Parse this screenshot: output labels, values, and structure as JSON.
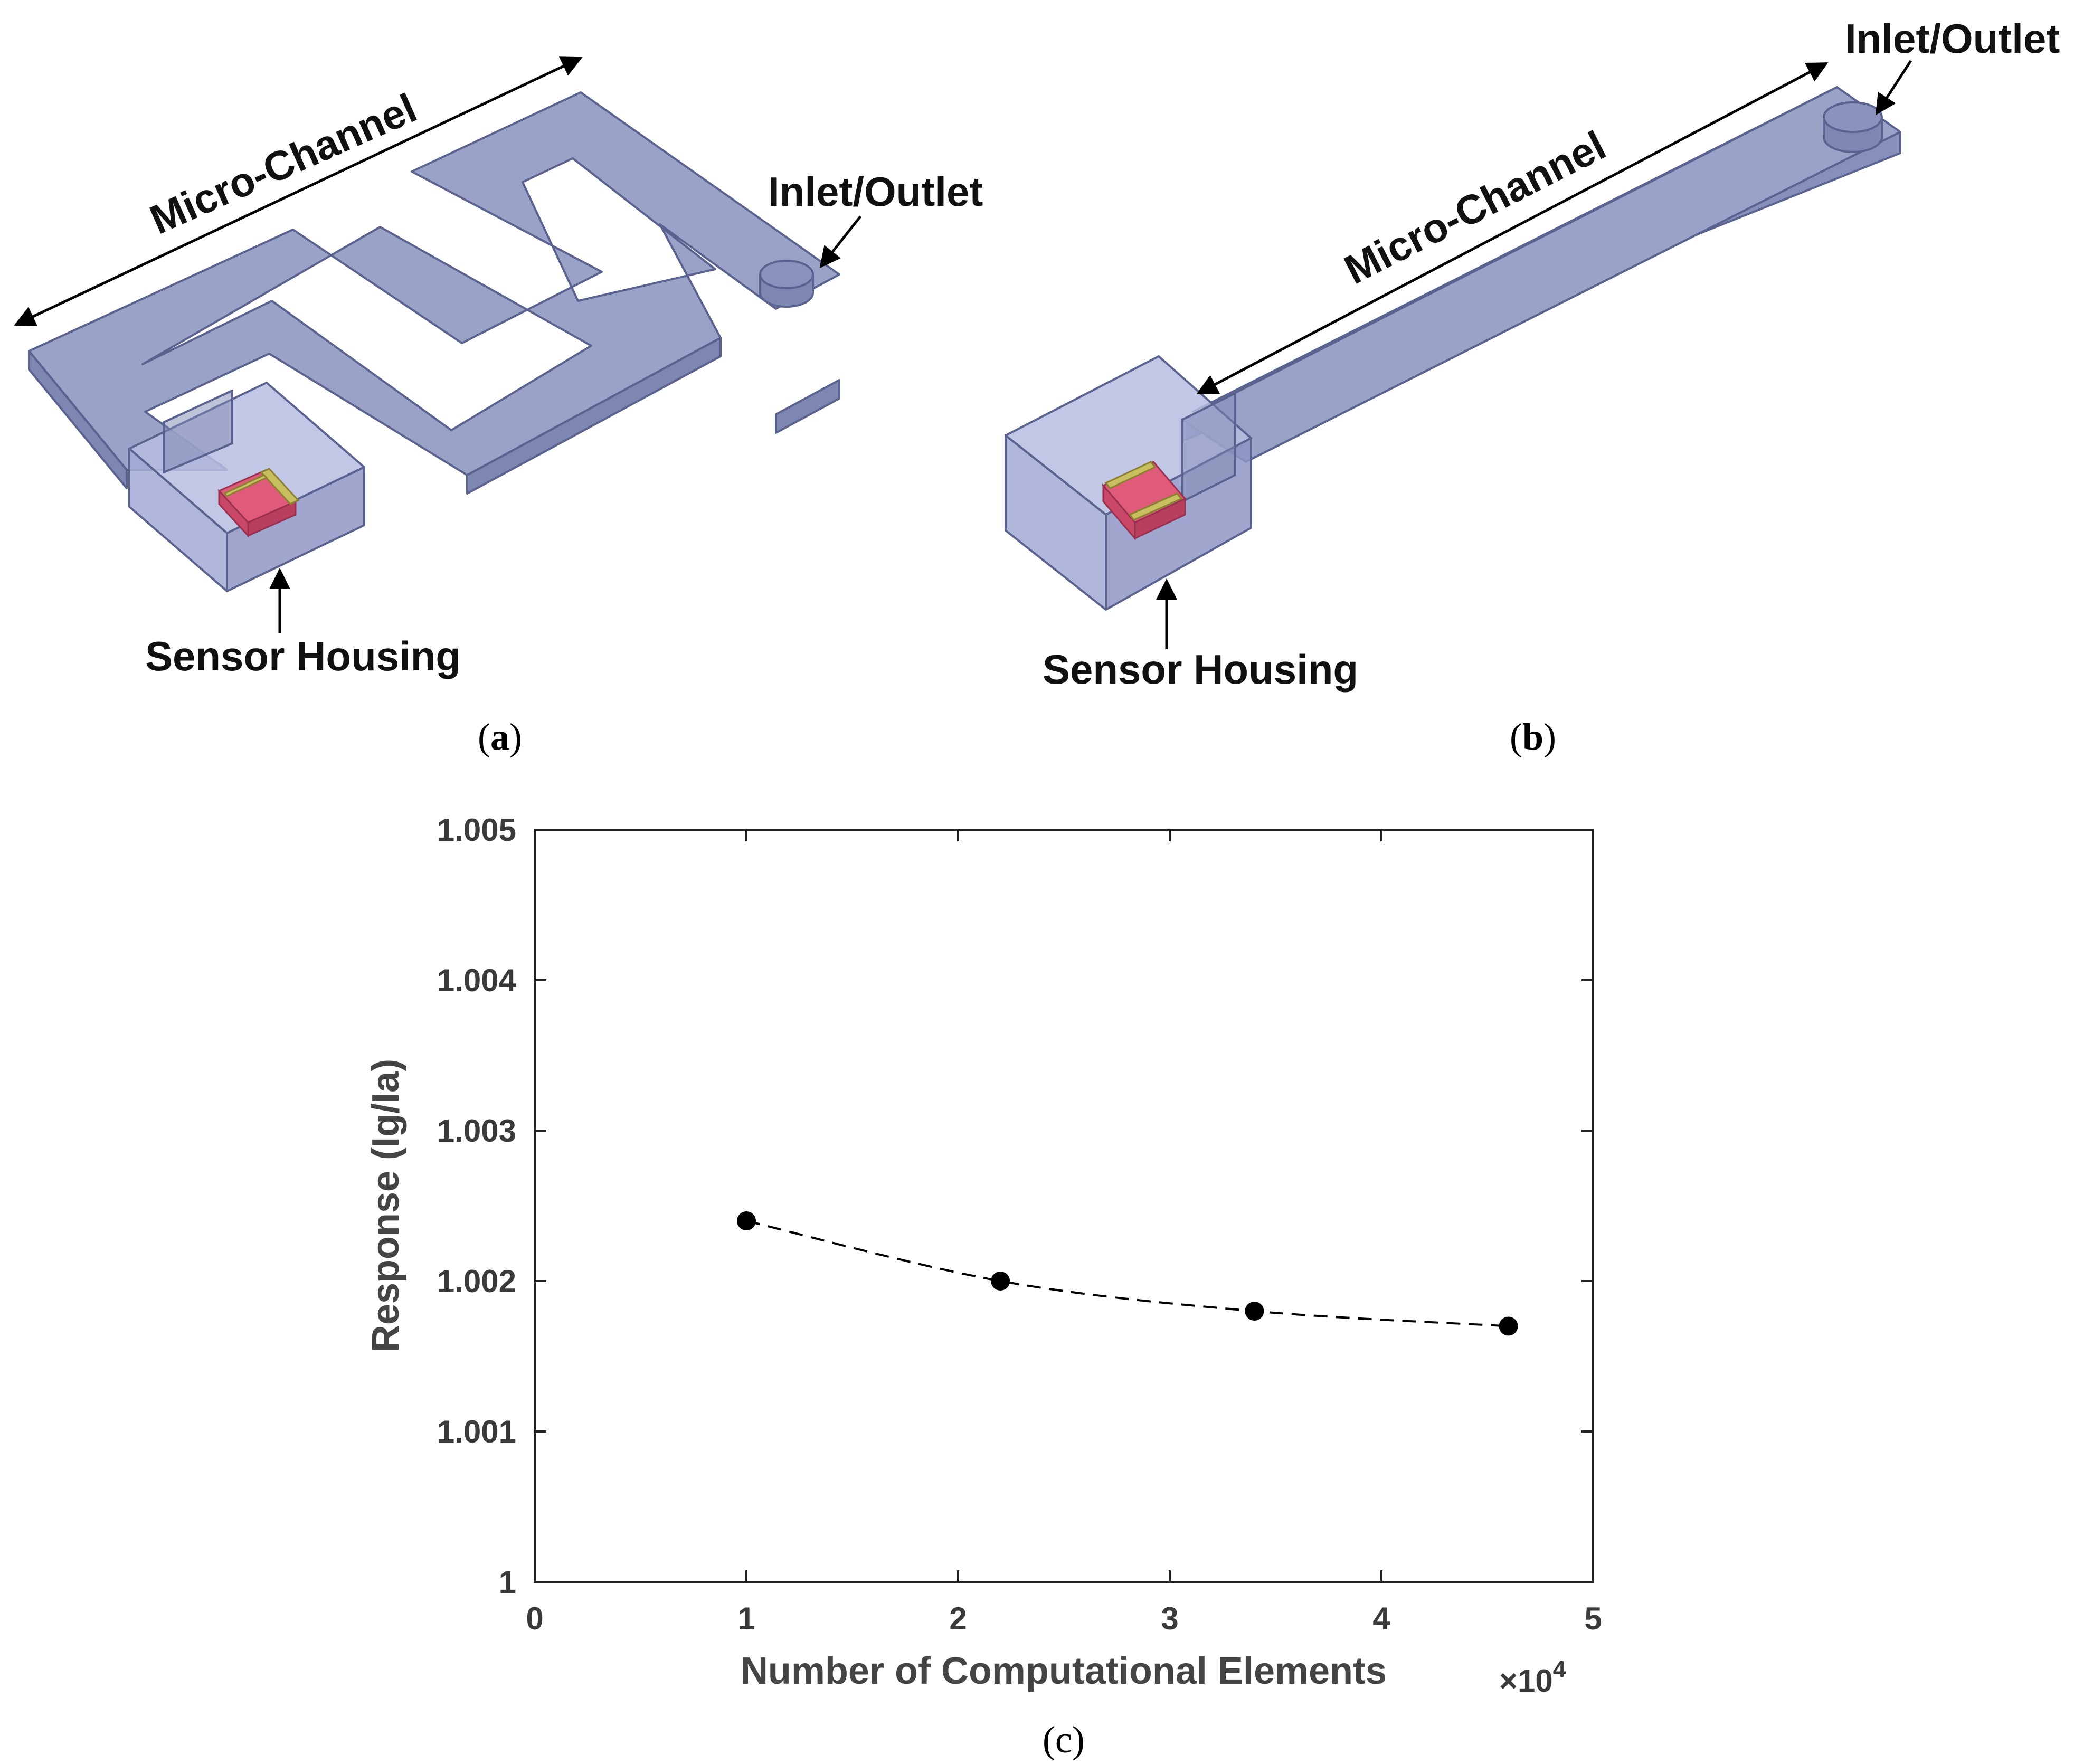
{
  "panel_a": {
    "label_channel": "Micro-Channel",
    "label_inlet": "Inlet/Outlet",
    "label_sensor": "Sensor Housing",
    "caption_open": "(",
    "caption_letter": "a",
    "caption_close": ")"
  },
  "panel_b": {
    "label_channel": "Micro-Channel",
    "label_inlet": "Inlet/Outlet",
    "label_sensor": "Sensor Housing",
    "caption_open": "(",
    "caption_letter": "b",
    "caption_close": ")"
  },
  "panel_c": {
    "caption": "(c)"
  },
  "colors": {
    "channel_fill": "#9aa2c8",
    "channel_edge": "#5a6290",
    "sensor_red": "#e05a7a",
    "sensor_gold": "#c8c060"
  },
  "chart_data": {
    "type": "line",
    "xlabel": "Number of Computational Elements",
    "ylabel": "Response (Ig/Ia)",
    "x_multiplier_label": "×10",
    "x_multiplier_exp": "4",
    "xlim": [
      0,
      5
    ],
    "ylim": [
      1,
      1.005
    ],
    "x_ticks": [
      0,
      1,
      2,
      3,
      4,
      5
    ],
    "y_ticks": [
      1,
      1.001,
      1.002,
      1.003,
      1.004,
      1.005
    ],
    "x_tick_labels": [
      "0",
      "1",
      "2",
      "3",
      "4",
      "5"
    ],
    "y_tick_labels": [
      "1",
      "1.001",
      "1.002",
      "1.003",
      "1.004",
      "1.005"
    ],
    "grid": false,
    "series": [
      {
        "x": [
          1.0,
          2.2,
          3.4,
          4.6
        ],
        "y": [
          1.0024,
          1.002,
          1.0018,
          1.0017
        ],
        "line_style": "dashed",
        "marker": "circle"
      }
    ]
  }
}
